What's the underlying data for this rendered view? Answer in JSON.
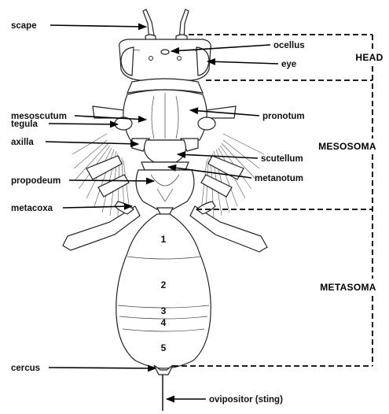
{
  "labels": {
    "scape": "scape",
    "ocellus": "ocellus",
    "eye": "eye",
    "mesoscutum": "mesoscutum",
    "pronotum": "pronotum",
    "tegula": "tegula",
    "axilla": "axilla",
    "scutellum": "scutellum",
    "propodeum": "propodeum",
    "metanotum": "metanotum",
    "metacoxa": "metacoxa",
    "cercus": "cercus",
    "ovipositor": "ovipositor (sting)"
  },
  "regions": {
    "head": "HEAD",
    "mesosoma": "MESOSOMA",
    "metasoma": "METASOMA"
  },
  "segments": [
    "1",
    "2",
    "3",
    "4",
    "5"
  ]
}
